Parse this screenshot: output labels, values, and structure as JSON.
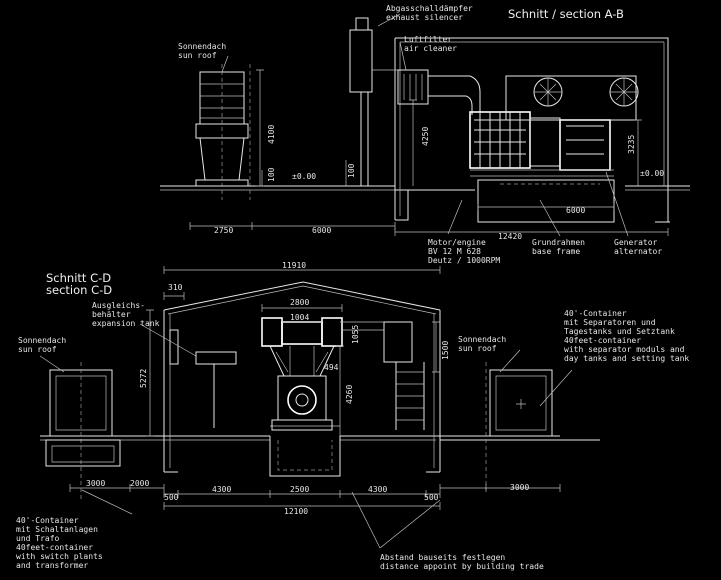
{
  "section_ab": {
    "title": "Schnitt  /  section A-B",
    "silencer_de": "Abgasschalldämpfer",
    "silencer_en": "exhaust silencer",
    "airfilter_de": "Luftfilter",
    "airfilter_en": "air cleaner",
    "sunroof_de": "Sonnendach",
    "sunroof_en": "sun roof",
    "motor_1": "Motor/engine",
    "motor_2": "BV 12 M 628",
    "motor_3": "Deutz / 1000RPM",
    "frame_1": "Grundrahmen",
    "frame_2": "base frame",
    "gen_1": "Generator",
    "gen_2": "alternator",
    "dims": {
      "d2750": "2750",
      "d6000": "6000",
      "d12420": "12420",
      "d6000b": "6000",
      "d4100": "4100",
      "d100a": "100",
      "d100b": "100",
      "d4250": "4250",
      "d3235": "3235",
      "lvl0a": "±0.00",
      "lvl0b": "±0.00"
    }
  },
  "section_cd": {
    "title_de": "Schnitt C-D",
    "title_en": "section C-D",
    "tank_1": "Ausgleichs-",
    "tank_2": "behälter",
    "tank_3": "expansion tank",
    "sunroof_l_de": "Sonnendach",
    "sunroof_l_en": "sun roof",
    "sunroof_r_de": "Sonnendach",
    "sunroof_r_en": "sun roof",
    "cont_r_1": "40'-Container",
    "cont_r_2": "mit Separatoren und",
    "cont_r_3": "Tagestanks und Setztank",
    "cont_r_4": "40feet-container",
    "cont_r_5": "with separator moduls and",
    "cont_r_6": "day tanks and setting tank",
    "cont_l_1": "40'-Container",
    "cont_l_2": "mit Schaltanlagen",
    "cont_l_3": "und Trafo",
    "cont_l_4": "40feet-container",
    "cont_l_5": "with switch plants",
    "cont_l_6": "and transformer",
    "note_1": "Abstand bauseits festlegen",
    "note_2": "distance appoint by building trade",
    "dims": {
      "d11910": "11910",
      "d310": "310",
      "d2800": "2800",
      "d1004": "1004",
      "d1055": "1055",
      "d1500": "1500",
      "d5272": "5272",
      "d494": "494",
      "d4260": "4260",
      "d3000a": "3000",
      "d2000": "2000",
      "d500a": "500",
      "d4300a": "4300",
      "d2500": "2500",
      "d4300b": "4300",
      "d500b": "500",
      "d3000b": "3000",
      "d12100": "12100"
    }
  }
}
